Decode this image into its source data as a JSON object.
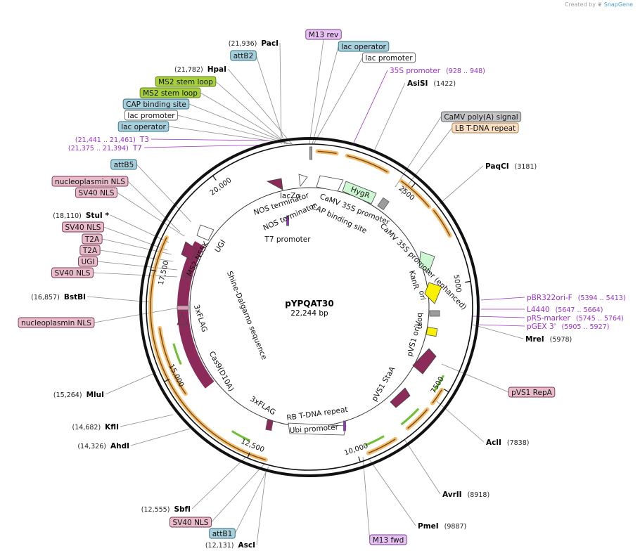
{
  "credit": {
    "created_by": "Created by",
    "brand": "SnapGene"
  },
  "plasmid": {
    "name": "pYPQAT30",
    "length_label": "22,244 bp",
    "length": 22244
  },
  "ticks": [
    "2500",
    "5000",
    "7500",
    "10,000",
    "12,500",
    "15,000",
    "17,500",
    "20,000"
  ],
  "sites": [
    {
      "name": "PacI",
      "pos": "(21,936)"
    },
    {
      "name": "HpaI",
      "pos": "(21,782)"
    },
    {
      "name": "AsiSI",
      "pos": "(1422)"
    },
    {
      "name": "PaqCI",
      "pos": "(3181)"
    },
    {
      "name": "StuI *",
      "pos": "(18,110)"
    },
    {
      "name": "BstBI",
      "pos": "(16,857)"
    },
    {
      "name": "MreI",
      "pos": "(5978)"
    },
    {
      "name": "MluI",
      "pos": "(15,264)"
    },
    {
      "name": "KflI",
      "pos": "(14,682)"
    },
    {
      "name": "AhdI",
      "pos": "(14,326)"
    },
    {
      "name": "AclI",
      "pos": "(7838)"
    },
    {
      "name": "AvrII",
      "pos": "(8918)"
    },
    {
      "name": "PmeI",
      "pos": "(9887)"
    },
    {
      "name": "SbfI",
      "pos": "(12,555)"
    },
    {
      "name": "AscI",
      "pos": "(12,131)"
    }
  ],
  "tags": [
    {
      "text": "M13 rev",
      "kind": "purple"
    },
    {
      "text": "lac operator",
      "kind": "blue"
    },
    {
      "text": "lac promoter",
      "kind": "white"
    },
    {
      "text": "attB2",
      "kind": "blue"
    },
    {
      "text": "MS2 stem loop",
      "kind": "green"
    },
    {
      "text": "MS2 stem loop",
      "kind": "green"
    },
    {
      "text": "CAP binding site",
      "kind": "blue"
    },
    {
      "text": "lac promoter",
      "kind": "white"
    },
    {
      "text": "lac operator",
      "kind": "blue"
    },
    {
      "text": "CaMV poly(A) signal",
      "kind": "gray"
    },
    {
      "text": "LB T-DNA repeat",
      "kind": "peach"
    },
    {
      "text": "attB5",
      "kind": "blue"
    },
    {
      "text": "nucleoplasmin NLS",
      "kind": "pink"
    },
    {
      "text": "SV40 NLS",
      "kind": "pink"
    },
    {
      "text": "SV40 NLS",
      "kind": "pink"
    },
    {
      "text": "T2A",
      "kind": "pink"
    },
    {
      "text": "T2A",
      "kind": "pink"
    },
    {
      "text": "UGI",
      "kind": "pink"
    },
    {
      "text": "SV40 NLS",
      "kind": "pink"
    },
    {
      "text": "nucleoplasmin NLS",
      "kind": "pink"
    },
    {
      "text": "pVS1 RepA",
      "kind": "pink"
    },
    {
      "text": "SV40 NLS",
      "kind": "pink"
    },
    {
      "text": "attB1",
      "kind": "blue"
    },
    {
      "text": "M13 fwd",
      "kind": "purple"
    }
  ],
  "primers": [
    {
      "name": "35S promoter",
      "pos": "(928 .. 948)"
    },
    {
      "name": "T3",
      "pos": "(21,441 .. 21,461)"
    },
    {
      "name": "T7",
      "pos": "(21,375 .. 21,394)"
    },
    {
      "name": "pBR322ori-F",
      "pos": "(5394 .. 5413)"
    },
    {
      "name": "L4440",
      "pos": "(5647 .. 5664)"
    },
    {
      "name": "pRS-marker",
      "pos": "(5745 .. 5764)"
    },
    {
      "name": "pGEX 3'",
      "pos": "(5905 .. 5927)"
    }
  ],
  "inner_labels": [
    "lacZα",
    "NOS terminator",
    "CaMV 35S promoter",
    "CAP binding site",
    "HygR",
    "CaMV 35S promoter (enhanced)",
    "NOS terminator",
    "UGI",
    "MS2-N55K",
    "T7 promoter",
    "KanR",
    "ori",
    "bom",
    "pVS1 oriV",
    "pVS1 StaA",
    "Shine-Dalgarno sequence",
    "3xFLAG",
    "Cas9(D10A)",
    "3xFLAG",
    "RB T-DNA repeat",
    "Ubi promoter"
  ],
  "colors": {
    "pink": "#e8bccb",
    "blue": "#a8cfdc",
    "green": "#a6d13c",
    "purple": "#e6c2f2",
    "gray": "#c3c5c7",
    "peach": "#f9e0c5",
    "primer": "#9a31c9",
    "maroon": "#8c2a5a",
    "orange": "#f4b050",
    "hygr": "#cdf7d2",
    "yellow": "#f9f002"
  }
}
